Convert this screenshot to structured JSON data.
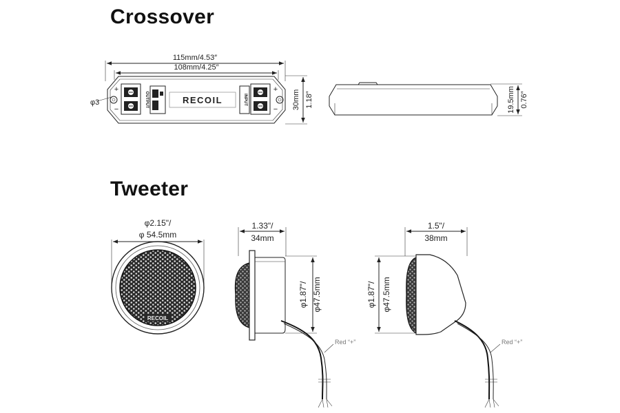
{
  "headings": {
    "crossover": "Crossover",
    "tweeter": "Tweeter"
  },
  "crossover": {
    "overall_length": "115mm/4.53″",
    "body_length": "108mm/4.25″",
    "height_mm": "30mm",
    "height_in": "1.18″",
    "depth_mm": "19.5mm",
    "depth_in": "0.76″",
    "hole_dia": "φ3",
    "brand": "RECOIL",
    "output_label": "OUTPUT",
    "input_label": "INPUT",
    "plus": "+",
    "minus": "−"
  },
  "tweeter": {
    "front_dia_in": "φ2.15\"/",
    "front_dia_mm": "φ 54.5mm",
    "brand": "RECOIL",
    "side1_depth_in": "1.33\"/",
    "side1_depth_mm": "34mm",
    "side2_depth_in": "1.5\"/",
    "side2_depth_mm": "38mm",
    "dome_dia_in": "φ1.87\"/",
    "dome_dia_mm": "φ47.5mm",
    "wire_label": "Red “+”"
  }
}
